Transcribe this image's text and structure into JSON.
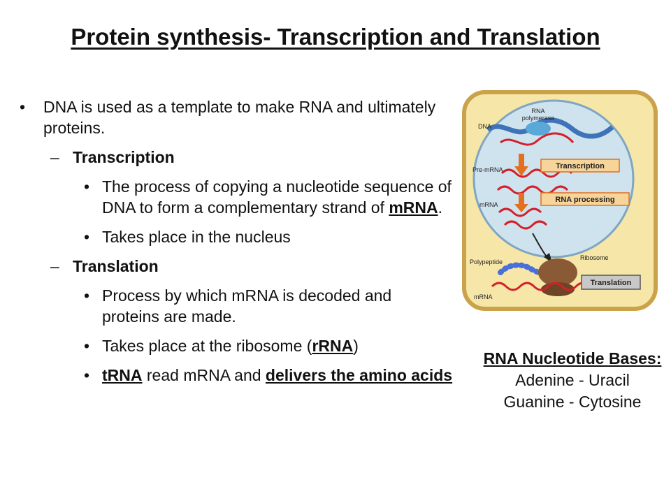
{
  "title": "Protein synthesis- Transcription and Translation",
  "bullets": {
    "b1": "DNA is used as a template to make RNA and ultimately proteins.",
    "transcription": {
      "label": "Transcription",
      "p1_text": "The process of copying a nucleotide sequence of DNA to form a complementary strand of ",
      "p1_em": "mRNA",
      "p1_end": ".",
      "p2": "Takes place in the nucleus"
    },
    "translation": {
      "label": "Translation",
      "p1": "Process by which mRNA is decoded and proteins are made.",
      "p2_text": "Takes place at the ribosome (",
      "p2_em": "rRNA",
      "p2_end": ")",
      "p3_em1": "tRNA",
      "p3_mid": " read mRNA and ",
      "p3_em2": "delivers the amino acids"
    }
  },
  "diagram": {
    "dna": "DNA",
    "rna_polymerase_1": "RNA",
    "rna_polymerase_2": "polymerase",
    "pre_mrna": "Pre-mRNA",
    "transcription": "Transcription",
    "mrna_top": "mRNA",
    "rna_processing": "RNA processing",
    "ribosome": "Ribosome",
    "polypeptide": "Polypeptide",
    "translation": "Translation",
    "mrna_bottom": "mRNA"
  },
  "bases": {
    "heading": "RNA Nucleotide Bases:",
    "pair1": "Adenine - Uracil",
    "pair2": "Guanine - Cytosine"
  },
  "colors": {
    "cell_fill": "#f6e7a8",
    "cell_border": "#c9a24a",
    "nucleus_fill": "#cfe3ef",
    "nucleus_border": "#7fa6c3",
    "label_box": "#f7d49a",
    "arrow": "#e2701e",
    "rna": "#d4202a",
    "polypeptide": "#4a6fd8",
    "ribosome": "#8a5a36"
  }
}
